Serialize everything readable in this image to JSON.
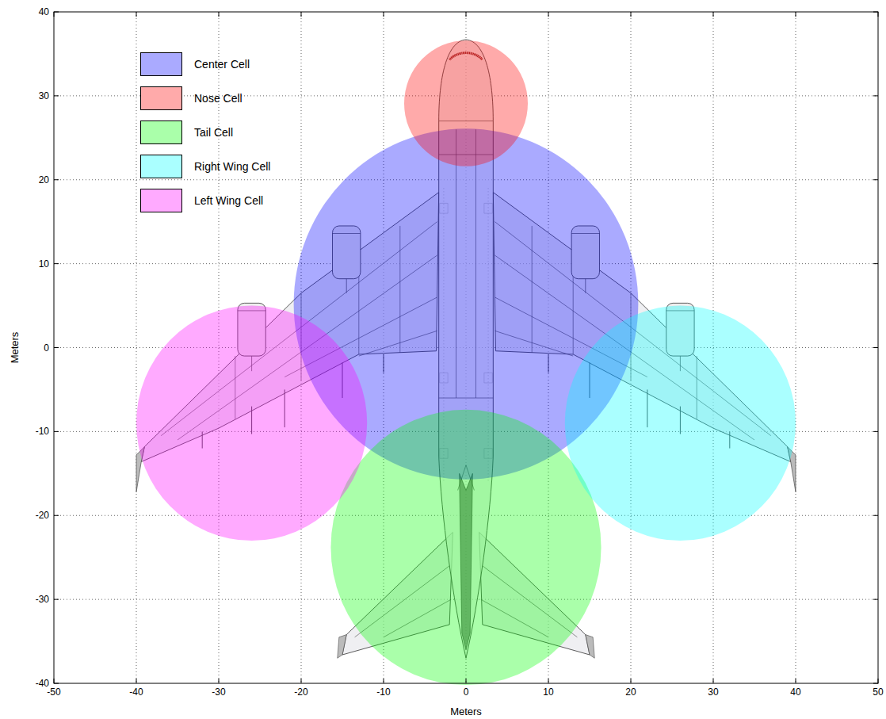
{
  "diagram": {
    "labels": [
      "40",
      "30",
      "20",
      "10",
      "0",
      "-10",
      "-20",
      "-30",
      "-40",
      "-50",
      "-40",
      "-30",
      "-20",
      "-10",
      "0",
      "10",
      "20",
      "30",
      "40",
      "50",
      "Meters",
      "Meters"
    ],
    "legend": [
      {
        "text": "Center Cell",
        "color": "#aaaaff"
      },
      {
        "text": "Nose Cell",
        "color": "#ffaaaa"
      },
      {
        "text": "Tail Cell",
        "color": "#aaffaa"
      },
      {
        "text": "Right Wing Cell",
        "color": "#aaffff"
      },
      {
        "text": "Left Wing Cell",
        "color": "#ffaaff"
      }
    ]
  }
}
